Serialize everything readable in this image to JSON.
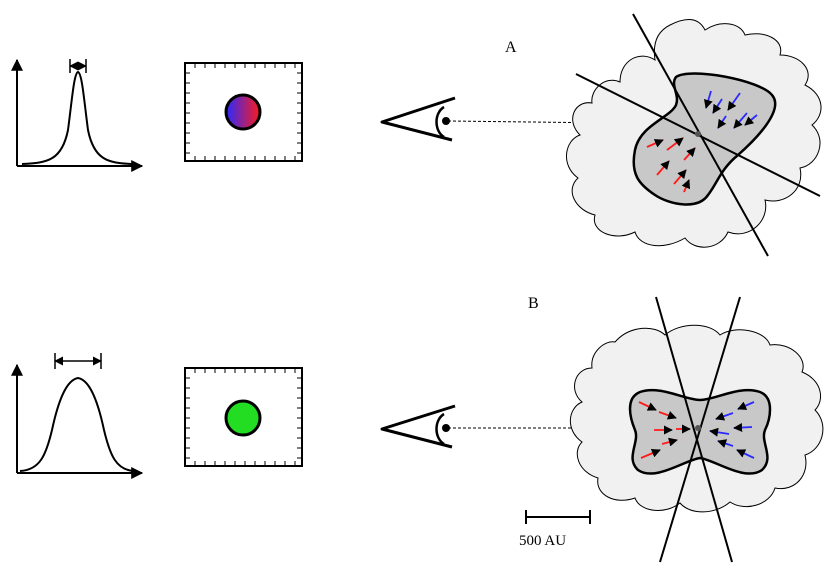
{
  "panels": [
    {
      "label": "A",
      "core_color": "#c8c8c8",
      "envelope_color": "#f1f1f1",
      "arrow_colors": {
        "red": "#ff1a1a",
        "blue": "#2a2aff"
      },
      "beam_dot_gradient": [
        "#2a2aff",
        "#ff1a1a"
      ]
    },
    {
      "label": "B",
      "core_color": "#c8c8c8",
      "envelope_color": "#f1f1f1",
      "arrow_colors": {
        "red": "#ff1a1a",
        "blue": "#2a2aff"
      },
      "beam_dot_color": "#22dd22"
    }
  ],
  "scale_bar": {
    "label": "500 AU"
  },
  "icons": [
    "eye-icon",
    "double-headed-arrow-icon"
  ]
}
